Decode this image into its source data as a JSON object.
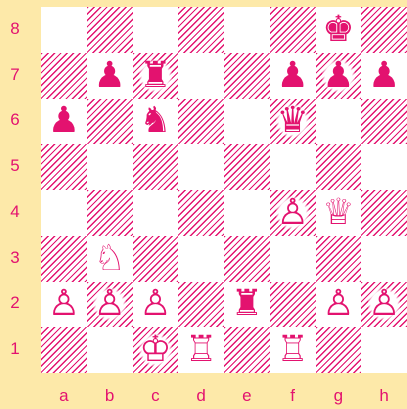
{
  "colors": {
    "background": "#fde9a9",
    "ink": "#e3126f",
    "light_square": "#ffffff"
  },
  "board": {
    "ranks": [
      "8",
      "7",
      "6",
      "5",
      "4",
      "3",
      "2",
      "1"
    ],
    "files": [
      "a",
      "b",
      "c",
      "d",
      "e",
      "f",
      "g",
      "h"
    ],
    "pieces": [
      {
        "square": "g8",
        "piece": "king",
        "side": "black",
        "glyph": "♚"
      },
      {
        "square": "b7",
        "piece": "pawn",
        "side": "black",
        "glyph": "♟"
      },
      {
        "square": "c7",
        "piece": "rook",
        "side": "black",
        "glyph": "♜"
      },
      {
        "square": "f7",
        "piece": "pawn",
        "side": "black",
        "glyph": "♟"
      },
      {
        "square": "g7",
        "piece": "pawn",
        "side": "black",
        "glyph": "♟"
      },
      {
        "square": "h7",
        "piece": "pawn",
        "side": "black",
        "glyph": "♟"
      },
      {
        "square": "a6",
        "piece": "pawn",
        "side": "black",
        "glyph": "♟"
      },
      {
        "square": "c6",
        "piece": "knight",
        "side": "black",
        "glyph": "♞"
      },
      {
        "square": "f6",
        "piece": "queen",
        "side": "black",
        "glyph": "♛"
      },
      {
        "square": "f4",
        "piece": "pawn",
        "side": "white",
        "glyph": "♙"
      },
      {
        "square": "g4",
        "piece": "queen",
        "side": "white",
        "glyph": "♕"
      },
      {
        "square": "b3",
        "piece": "knight",
        "side": "white",
        "glyph": "♘"
      },
      {
        "square": "a2",
        "piece": "pawn",
        "side": "white",
        "glyph": "♙"
      },
      {
        "square": "b2",
        "piece": "pawn",
        "side": "white",
        "glyph": "♙"
      },
      {
        "square": "c2",
        "piece": "pawn",
        "side": "white",
        "glyph": "♙"
      },
      {
        "square": "e2",
        "piece": "rook",
        "side": "black",
        "glyph": "♜"
      },
      {
        "square": "g2",
        "piece": "pawn",
        "side": "white",
        "glyph": "♙"
      },
      {
        "square": "h2",
        "piece": "pawn",
        "side": "white",
        "glyph": "♙"
      },
      {
        "square": "c1",
        "piece": "king",
        "side": "white",
        "glyph": "♔"
      },
      {
        "square": "d1",
        "piece": "rook",
        "side": "white",
        "glyph": "♖"
      },
      {
        "square": "f1",
        "piece": "rook",
        "side": "white",
        "glyph": "♖"
      }
    ]
  }
}
